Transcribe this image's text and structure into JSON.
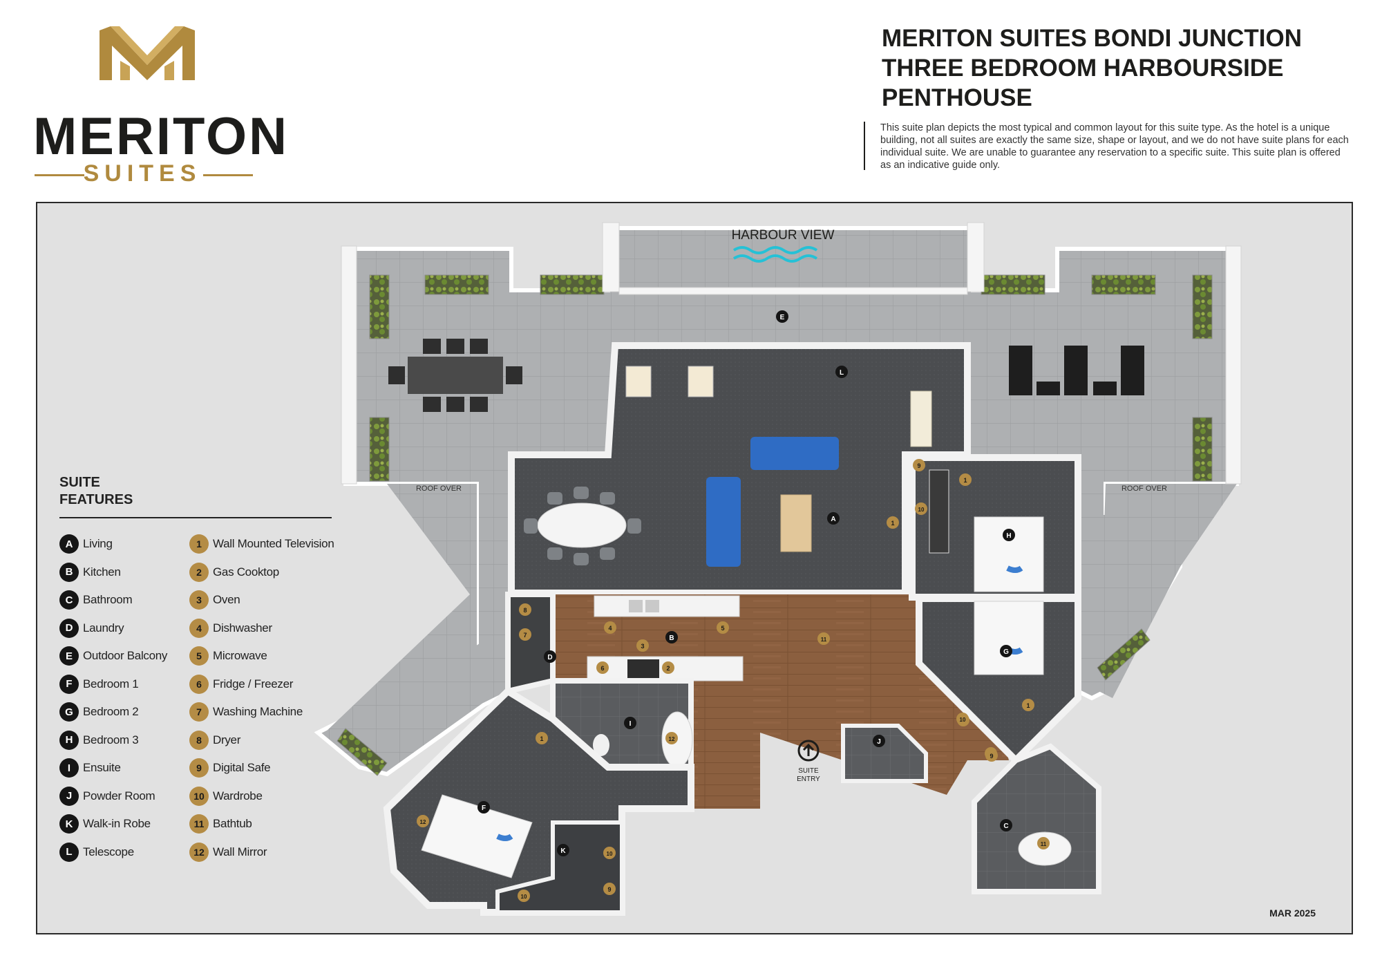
{
  "brand": {
    "name": "MERITON",
    "sub": "SUITES"
  },
  "title": {
    "line1": "MERITON SUITES BONDI JUNCTION",
    "line2": "THREE BEDROOM HARBOURSIDE",
    "line3": "PENTHOUSE"
  },
  "disclaimer": "This suite plan depicts the most typical and common layout for this suite type. As the hotel is a unique building, not all suites are exactly the same size, shape or layout, and we do not have suite plans for each individual suite. We are unable to guarantee any reservation to a specific suite. This suite plan is offered as an indicative guide only.",
  "plan": {
    "harbour_view": "HARBOUR VIEW",
    "roof_over_left": "ROOF OVER",
    "roof_over_right": "ROOF OVER",
    "entry_line1": "SUITE",
    "entry_line2": "ENTRY"
  },
  "legend": {
    "title_line1": "SUITE",
    "title_line2": "FEATURES",
    "rooms": [
      {
        "code": "A",
        "label": "Living"
      },
      {
        "code": "B",
        "label": "Kitchen"
      },
      {
        "code": "C",
        "label": "Bathroom"
      },
      {
        "code": "D",
        "label": "Laundry"
      },
      {
        "code": "E",
        "label": "Outdoor Balcony"
      },
      {
        "code": "F",
        "label": "Bedroom 1"
      },
      {
        "code": "G",
        "label": "Bedroom 2"
      },
      {
        "code": "H",
        "label": "Bedroom 3"
      },
      {
        "code": "I",
        "label": "Ensuite"
      },
      {
        "code": "J",
        "label": "Powder Room"
      },
      {
        "code": "K",
        "label": "Walk-in Robe"
      },
      {
        "code": "L",
        "label": "Telescope"
      }
    ],
    "features": [
      {
        "code": "1",
        "label": "Wall Mounted Television"
      },
      {
        "code": "2",
        "label": "Gas Cooktop"
      },
      {
        "code": "3",
        "label": "Oven"
      },
      {
        "code": "4",
        "label": "Dishwasher"
      },
      {
        "code": "5",
        "label": "Microwave"
      },
      {
        "code": "6",
        "label": "Fridge / Freezer"
      },
      {
        "code": "7",
        "label": "Washing Machine"
      },
      {
        "code": "8",
        "label": "Dryer"
      },
      {
        "code": "9",
        "label": "Digital Safe"
      },
      {
        "code": "10",
        "label": "Wardrobe"
      },
      {
        "code": "11",
        "label": "Bathtub"
      },
      {
        "code": "12",
        "label": "Wall Mirror"
      }
    ]
  },
  "markers": {
    "rooms": [
      "E",
      "L",
      "A",
      "B",
      "D",
      "I",
      "J",
      "F",
      "K",
      "G",
      "H",
      "C"
    ],
    "features": [
      "1",
      "1",
      "1",
      "1",
      "4",
      "3",
      "5",
      "6",
      "2",
      "7",
      "8",
      "9",
      "10",
      "11",
      "12",
      "12",
      "10",
      "9",
      "10",
      "9",
      "10",
      "11",
      "9",
      "10"
    ]
  },
  "date": "MAR 2025",
  "colors": {
    "gold": "#b48c45",
    "dark": "#151515",
    "floor_dark": "#4a4c4e",
    "floor_wood": "#8a5e3e",
    "balcony_tile": "#a9abad",
    "water": "#25c1d6",
    "sofa_blue": "#2f6cc4"
  }
}
